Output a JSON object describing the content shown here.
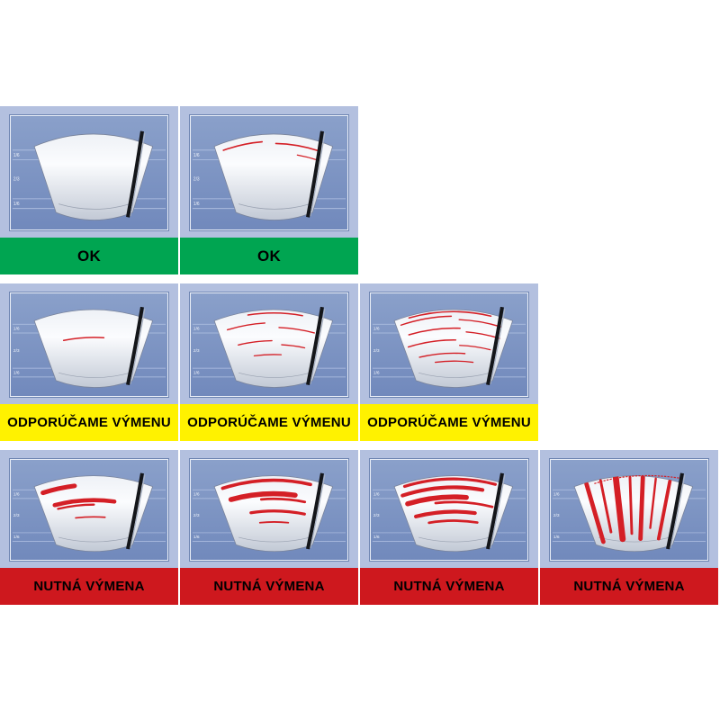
{
  "scale_labels": [
    "1/6",
    "2/3",
    "1/6"
  ],
  "colors": {
    "panel_bg": "#b3c0df",
    "screen_top": "#8aa0ca",
    "screen_bottom": "#7189bc",
    "grid_line": "#b3c3e4",
    "green": "#00a551",
    "yellow": "#fff200",
    "red": "#ce181e",
    "streak_red": "#d41f26"
  },
  "rows": [
    {
      "status": "ok",
      "label": "OK",
      "cells": [
        {
          "h": []
        },
        {
          "h": [
            [
              0.1,
              0.06,
              0.4,
              1.5
            ],
            [
              0.13,
              0.52,
              0.9,
              1.5
            ],
            [
              0.26,
              0.72,
              0.92,
              1.2
            ]
          ]
        }
      ]
    },
    {
      "status": "warn",
      "label": "ODPORÚČAME VÝMENU",
      "cells": [
        {
          "h": [
            [
              0.42,
              0.2,
              0.6,
              1.6
            ]
          ]
        },
        {
          "h": [
            [
              0.05,
              0.28,
              0.75,
              1.6
            ],
            [
              0.2,
              0.08,
              0.42,
              1.5
            ],
            [
              0.27,
              0.55,
              0.88,
              1.5
            ],
            [
              0.47,
              0.14,
              0.48,
              1.5
            ],
            [
              0.53,
              0.58,
              0.82,
              1.4
            ],
            [
              0.68,
              0.28,
              0.58,
              1.4
            ]
          ]
        },
        {
          "h": [
            [
              0.03,
              0.12,
              0.82,
              1.6
            ],
            [
              0.1,
              0.04,
              0.48,
              1.5
            ],
            [
              0.15,
              0.55,
              0.92,
              1.5
            ],
            [
              0.28,
              0.08,
              0.56,
              1.6
            ],
            [
              0.33,
              0.62,
              0.94,
              1.4
            ],
            [
              0.46,
              0.04,
              0.52,
              1.5
            ],
            [
              0.54,
              0.56,
              0.88,
              1.4
            ],
            [
              0.66,
              0.12,
              0.62,
              1.5
            ],
            [
              0.78,
              0.28,
              0.72,
              1.4
            ]
          ]
        }
      ]
    },
    {
      "status": "bad",
      "label": "NUTNÁ VÝMENA",
      "cells": [
        {
          "h": [
            [
              0.14,
              0.05,
              0.33,
              5.5
            ],
            [
              0.38,
              0.12,
              0.7,
              5.0
            ],
            [
              0.45,
              0.14,
              0.5,
              2.5
            ],
            [
              0.64,
              0.3,
              0.62,
              1.8
            ]
          ]
        },
        {
          "h": [
            [
              0.07,
              0.06,
              0.82,
              4.0
            ],
            [
              0.28,
              0.1,
              0.7,
              6.0
            ],
            [
              0.36,
              0.38,
              0.8,
              3.0
            ],
            [
              0.55,
              0.26,
              0.82,
              3.5
            ],
            [
              0.72,
              0.34,
              0.66,
              2.0
            ]
          ]
        },
        {
          "h": [
            [
              0.05,
              0.08,
              0.86,
              3.5
            ],
            [
              0.18,
              0.04,
              0.76,
              4.5
            ],
            [
              0.33,
              0.06,
              0.62,
              6.0
            ],
            [
              0.41,
              0.32,
              0.88,
              3.0
            ],
            [
              0.56,
              0.1,
              0.72,
              4.5
            ],
            [
              0.7,
              0.22,
              0.76,
              3.0
            ]
          ]
        },
        {
          "v": [
            [
              0.1,
              0.02,
              0.98,
              5.0
            ],
            [
              0.22,
              0.02,
              0.85,
              3.0
            ],
            [
              0.35,
              0.02,
              0.98,
              7.0
            ],
            [
              0.47,
              0.02,
              0.9,
              3.0
            ],
            [
              0.58,
              0.02,
              0.98,
              5.0
            ],
            [
              0.69,
              0.02,
              0.8,
              2.5
            ],
            [
              0.81,
              0.02,
              0.95,
              4.0
            ]
          ],
          "scribble": true
        }
      ]
    }
  ]
}
